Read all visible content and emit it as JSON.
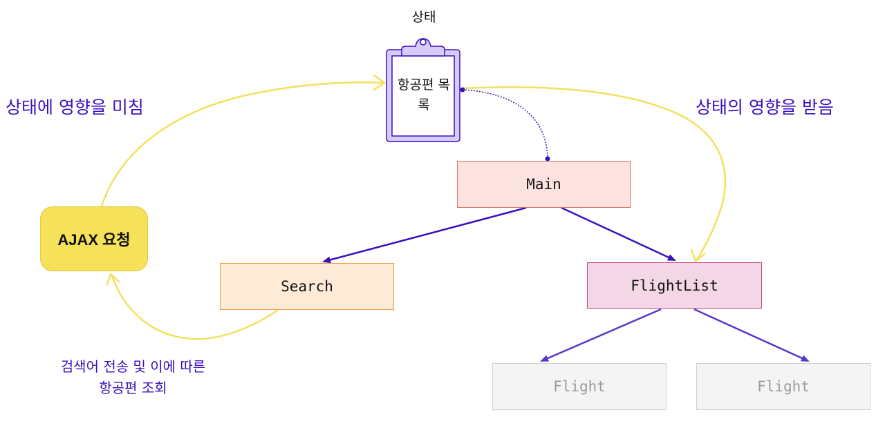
{
  "state": {
    "title": "상태",
    "store_label": "항공편 목록"
  },
  "nodes": {
    "main": "Main",
    "search": "Search",
    "flightlist": "FlightList",
    "flight_1": "Flight",
    "flight_2": "Flight",
    "ajax": "AJAX 요청"
  },
  "annotations": {
    "affects_state": "상태에 영향을 미침",
    "affected_by_state": "상태의 영향을 받음",
    "search_note": "검색어 전송 및 이에 따른 항공편 조회"
  },
  "colors": {
    "edge": "#3a0fbf",
    "flow_arrow": "#f3e05e",
    "annotation": "#3b0fbd",
    "clipboard_fill": "#d6ccf6",
    "clipboard_stroke": "#3a0fbf"
  }
}
